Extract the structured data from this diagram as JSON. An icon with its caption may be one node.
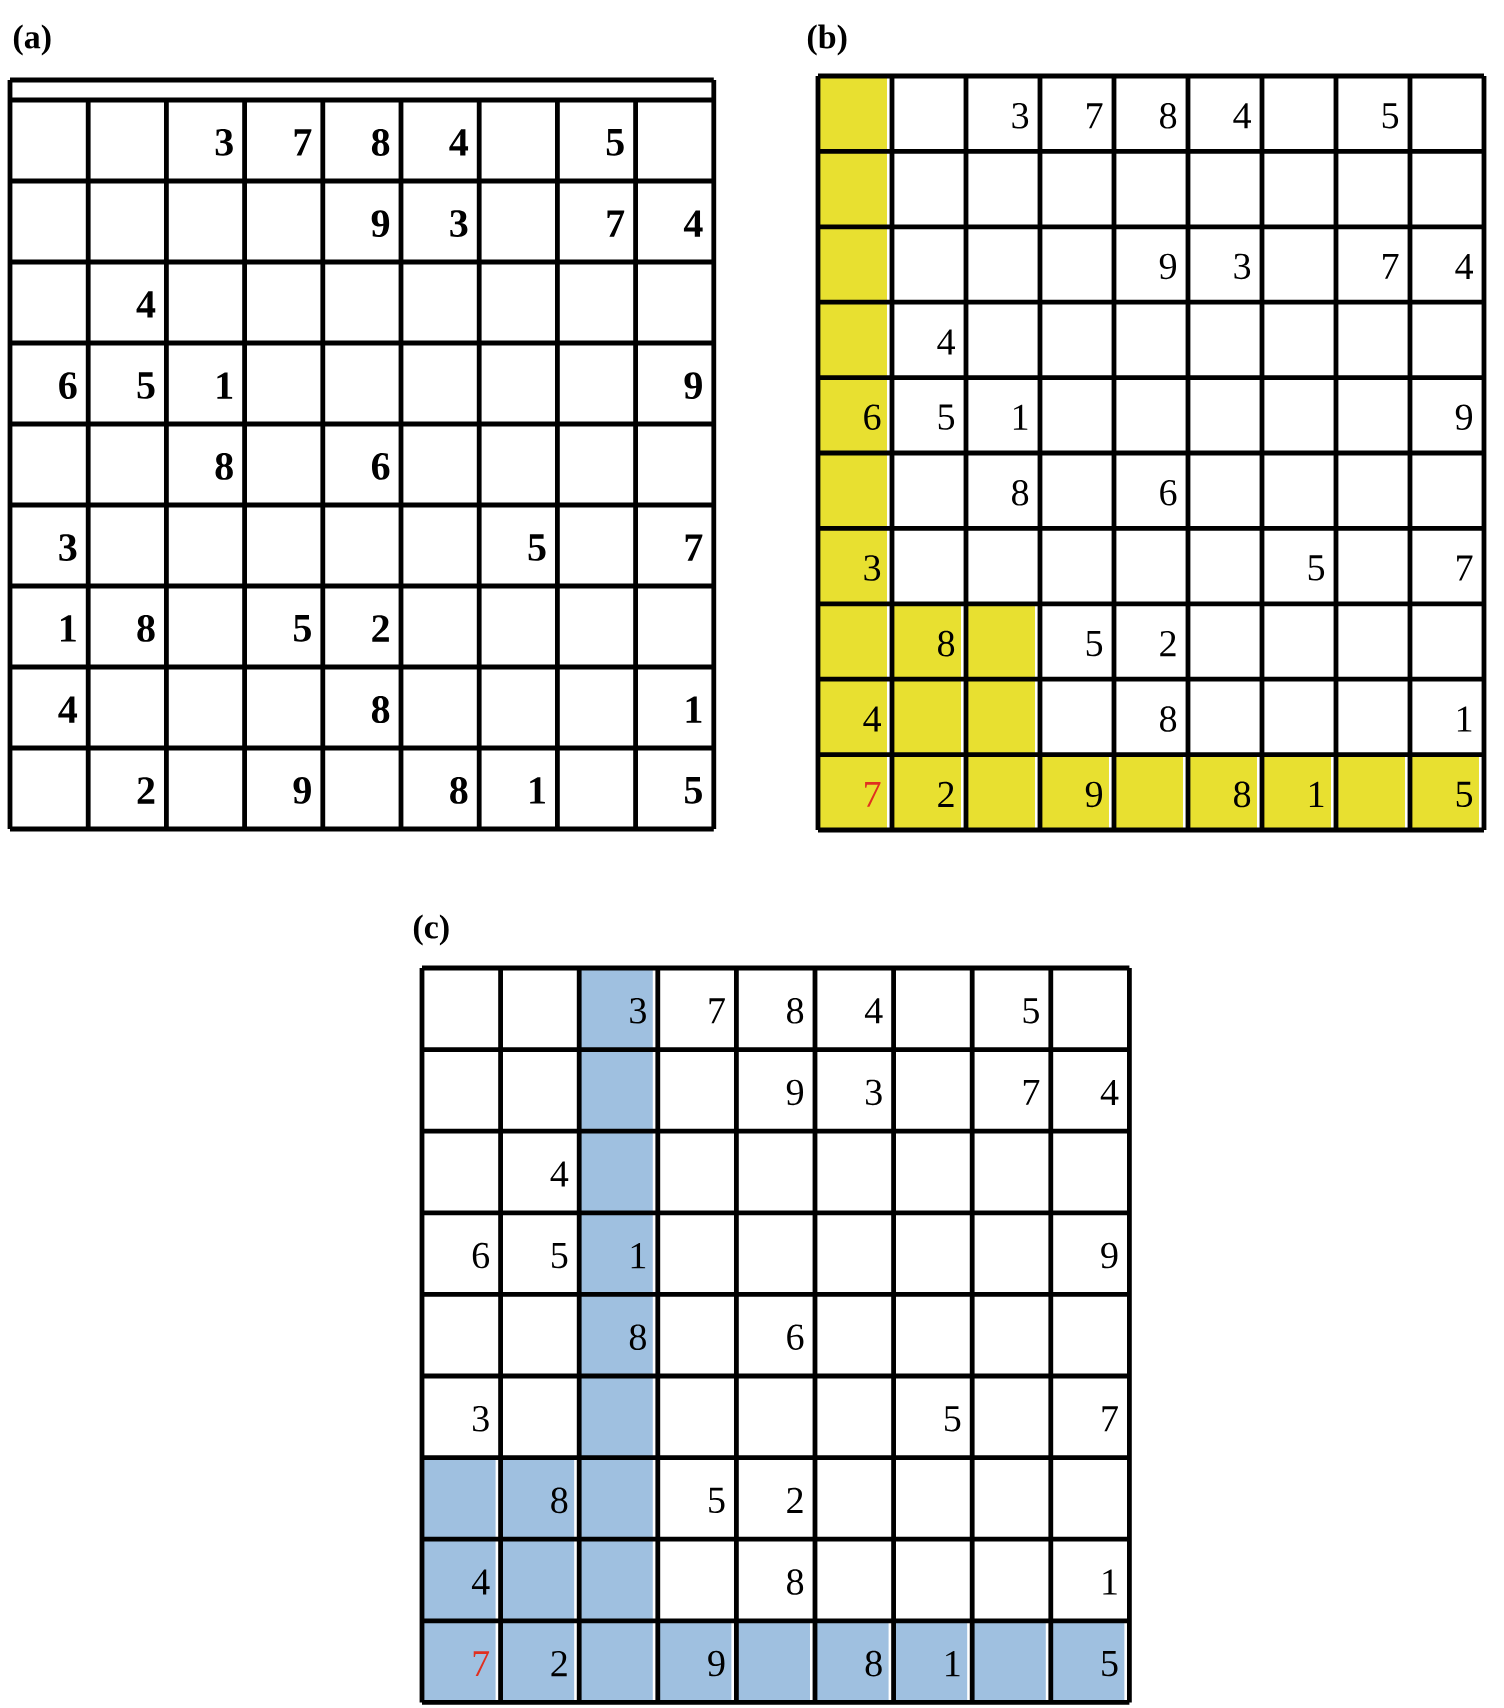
{
  "diagram": {
    "labels": [
      "(a)",
      "3",
      "7",
      "8",
      "4",
      "5",
      "9",
      "3",
      "7",
      "4",
      "4",
      "6",
      "5",
      "1",
      "9",
      "8",
      "6",
      "3",
      "5",
      "7",
      "1",
      "8",
      "5",
      "2",
      "4",
      "8",
      "1",
      "2",
      "9",
      "8",
      "1",
      "5",
      "(b)",
      "3",
      "7",
      "8",
      "4",
      "5",
      "9",
      "3",
      "7",
      "4",
      "4",
      "6",
      "5",
      "1",
      "9",
      "8",
      "6",
      "3",
      "5",
      "7",
      "8",
      "5",
      "2",
      "4",
      "8",
      "1",
      "7",
      "2",
      "9",
      "8",
      "1",
      "5",
      "(c)",
      "3",
      "7",
      "8",
      "4",
      "5",
      "9",
      "3",
      "7",
      "4",
      "4",
      "6",
      "5",
      "1",
      "9",
      "8",
      "6",
      "3",
      "5",
      "7",
      "8",
      "5",
      "2",
      "4",
      "8",
      "1",
      "7",
      "2",
      "9",
      "8",
      "1",
      "5"
    ]
  }
}
